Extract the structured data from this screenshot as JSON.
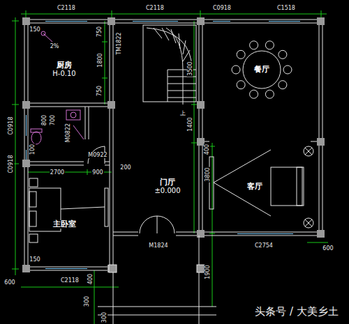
{
  "diagram": {
    "nodes": [
      {
        "text": [
          "厨房",
          "H-0.10"
        ]
      },
      {
        "text": [
          "餐厅"
        ]
      },
      {
        "text": [
          "门厅",
          "±0.000"
        ]
      },
      {
        "text": [
          "客厅"
        ]
      },
      {
        "text": [
          "主卧室"
        ]
      }
    ],
    "labels": [
      "C2118",
      "C2118",
      "C0918",
      "C1518",
      "150",
      "750",
      "1800",
      "750",
      "TM1822",
      "2%",
      "上",
      "3500",
      "1400",
      "400",
      "3800",
      "C0918",
      "800",
      "700",
      "M0822",
      "M0922",
      "100",
      "C0918",
      "2700",
      "900",
      "200",
      "M1824",
      "C2754",
      "150",
      "400",
      "1900",
      "600",
      "600",
      "C2118",
      "300",
      "300",
      "头条号 / 大美乡土"
    ]
  }
}
